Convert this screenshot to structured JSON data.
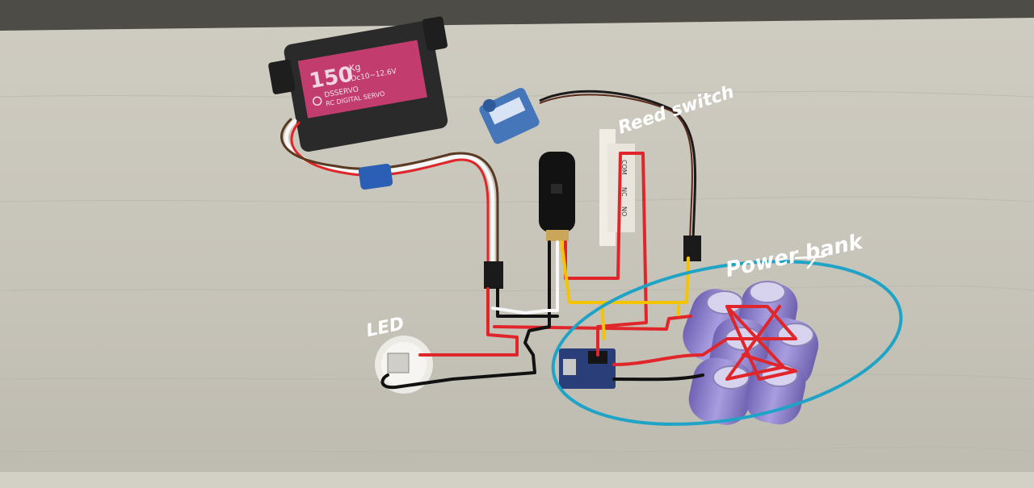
{
  "annotations": {
    "led_label": "LED",
    "reed_label": "Reed switch",
    "powerbank_label": "Power bank"
  },
  "servo_large": {
    "load": "150",
    "load_unit": "Kg",
    "voltage": "Dc10~12.6V",
    "brand": "DSSERVO",
    "type": "RC DIGITAL SERVO"
  },
  "reed_terminals": {
    "com": "COM",
    "nc": "NC",
    "no": "NO"
  },
  "colors": {
    "wall": "#c9c6bb",
    "wall_dark": "#5a5852",
    "wire_red": "#e0262a",
    "wire_black": "#111111",
    "wire_white": "#f7f7f7",
    "wire_yellow": "#f4c400",
    "circle_blue": "#1fa3c7",
    "servo_label": "#c23c6e",
    "battery": "#8c7fc8"
  }
}
